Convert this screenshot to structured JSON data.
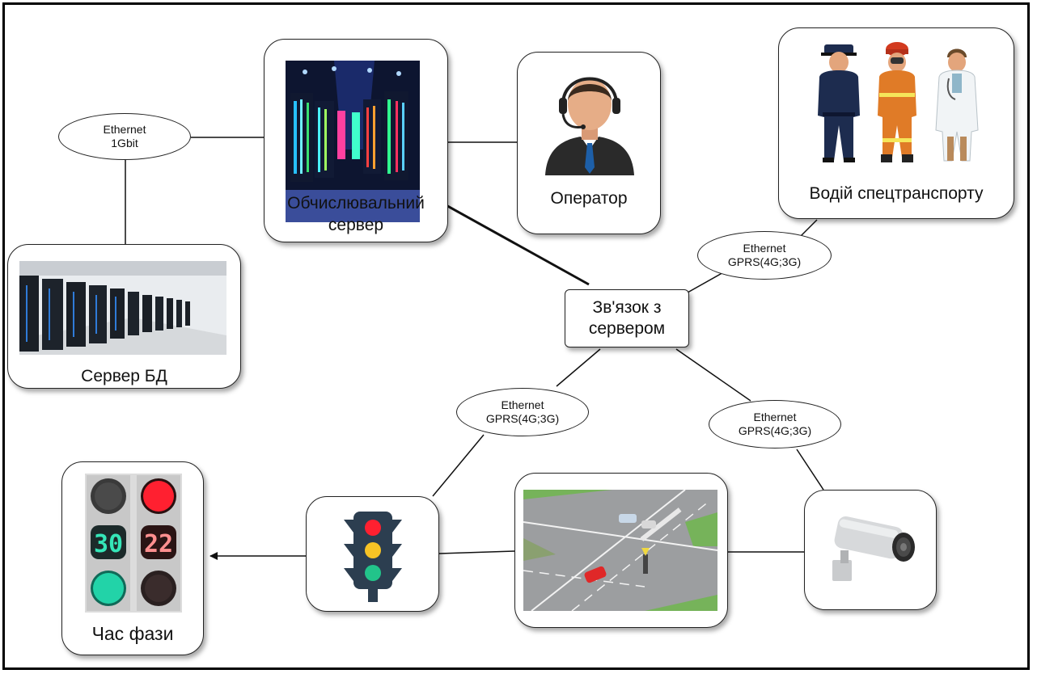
{
  "nodes": {
    "compute_server": {
      "line1": "Обчислювальний",
      "line2": "сервер"
    },
    "operator": {
      "label": "Оператор"
    },
    "special_driver": {
      "label": "Водій спецтранспорту"
    },
    "db_server": {
      "label": "Сервер БД"
    },
    "hub": {
      "line1": "Зв'язок з",
      "line2": "сервером"
    },
    "phase_time": {
      "label": "Час фази"
    }
  },
  "links": {
    "ethernet_1gbit": {
      "line1": "Ethernet",
      "line2": "1Gbit"
    },
    "gprs_driver": {
      "line1": "Ethernet",
      "line2": "GPRS(4G;3G)"
    },
    "gprs_traffic_light": {
      "line1": "Ethernet",
      "line2": "GPRS(4G;3G)"
    },
    "gprs_camera": {
      "line1": "Ethernet",
      "line2": "GPRS(4G;3G)"
    }
  },
  "timer": {
    "green_digits": "30",
    "red_digits": "22"
  },
  "colors": {
    "line": "#111111",
    "node_border": "#222222",
    "signal_red": "#ff2030",
    "signal_green": "#22d3a8",
    "signal_amber": "#f7c325",
    "traffic_light_body": "#2c3e50"
  }
}
